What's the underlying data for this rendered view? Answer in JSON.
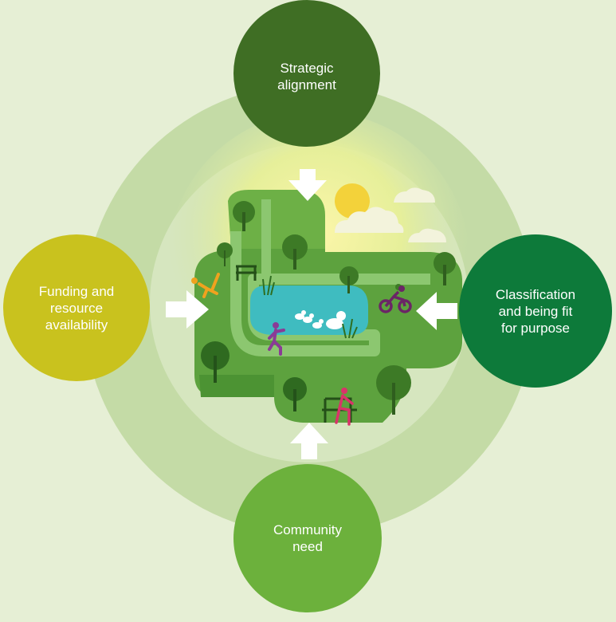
{
  "diagram": {
    "nodes": {
      "top": {
        "lines": [
          "Strategic",
          "alignment"
        ],
        "color": "#3f6e24"
      },
      "left": {
        "lines": [
          "Funding and",
          "resource",
          "availability"
        ],
        "color": "#c9c21e"
      },
      "right": {
        "lines": [
          "Classification",
          "and being fit",
          "for purpose"
        ],
        "color": "#0d7a3a"
      },
      "bottom": {
        "lines": [
          "Community",
          "need"
        ],
        "color": "#6cb13c"
      }
    },
    "colors": {
      "background": "#e6efd5",
      "ring_outer": "#c4dba6",
      "ring_inner": "#d6e6bf",
      "arrow": "#ffffff",
      "park_green": "#5da23e",
      "pond": "#3fbcc0",
      "sun": "#f3d23a"
    },
    "icons": [
      "tree-icon",
      "bench-icon",
      "duck-icon",
      "sun-icon",
      "cloud-icon",
      "yoga-person-icon",
      "runner-icon",
      "cyclist-icon",
      "seated-person-icon",
      "reeds-icon"
    ]
  }
}
